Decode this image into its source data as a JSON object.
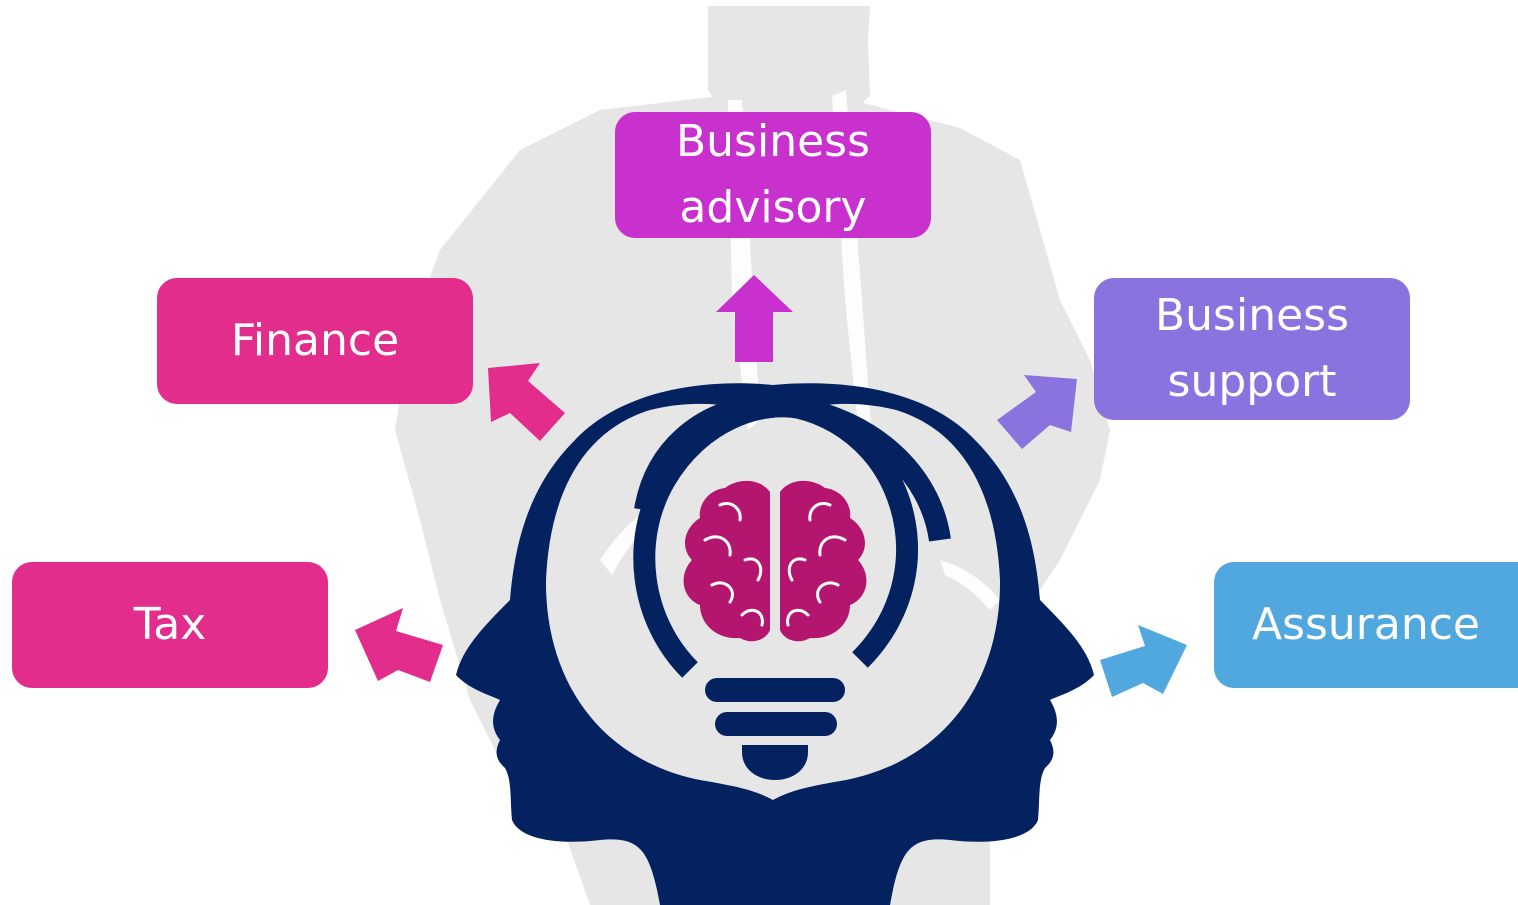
{
  "categories": [
    {
      "id": "tax",
      "label": "Tax",
      "color": "#e22d8d"
    },
    {
      "id": "finance",
      "label": "Finance",
      "color": "#e22d8d"
    },
    {
      "id": "advisory",
      "label": "Business\nadvisory",
      "color": "#c931cf"
    },
    {
      "id": "support",
      "label": "Business\nsupport",
      "color": "#8a72df"
    },
    {
      "id": "assurance",
      "label": "Assurance",
      "color": "#51a8de"
    }
  ],
  "colors": {
    "head": "#04225f",
    "brain": "#b3156f",
    "silhouette": "#e6e6e6"
  },
  "icons": [
    "businessman-silhouette",
    "double-head-profile",
    "lightbulb-icon",
    "brain-icon",
    "arrow-icon"
  ]
}
